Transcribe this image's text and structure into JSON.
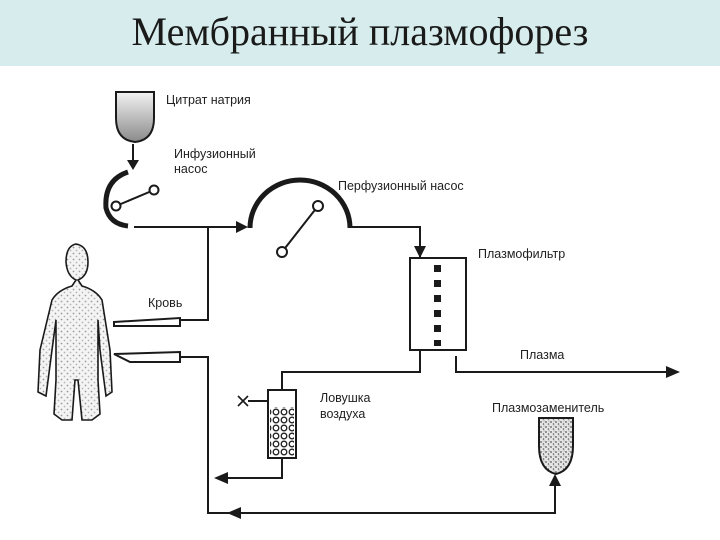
{
  "title": "Мембранный плазмофорез",
  "labels": {
    "citrate": "Цитрат натрия",
    "infusion_pump_1": "Инфузионный",
    "infusion_pump_2": "насос",
    "perfusion_pump": "Перфузионный насос",
    "plasmafilter": "Плазмофильтр",
    "blood": "Кровь",
    "plasma": "Плазма",
    "air_trap_1": "Ловушка",
    "air_trap_2": "воздуха",
    "plasma_substitute": "Плазмозаменитель"
  },
  "icons": {
    "bag": "iv-bag-icon",
    "pump": "roller-pump-icon",
    "filter": "filter-icon",
    "trap": "air-trap-icon",
    "patient": "human-figure-icon"
  },
  "colors": {
    "title_band": "#d7ecec",
    "line": "#1a1a1a"
  }
}
